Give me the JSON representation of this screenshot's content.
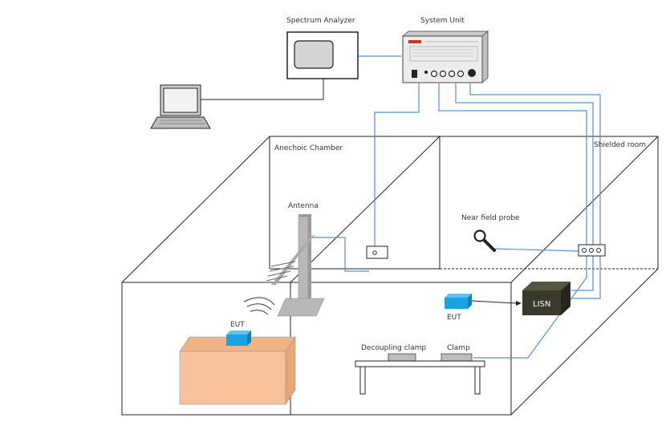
{
  "labels": {
    "spectrum_analyzer": "Spectrum Analyzer",
    "system_unit": "System Unit",
    "anechoic_chamber": "Anechoic Chamber",
    "shielded_room": "Shielded room",
    "antenna": "Antenna",
    "near_field_probe": "Near field probe",
    "eut_left": "EUT",
    "eut_right": "EUT",
    "lisn": "LISN",
    "decoupling_clamp": "Decoupling clamp",
    "clamp": "Clamp"
  },
  "colors": {
    "cable": "#5b8fc9",
    "eut": "#1aa3e0",
    "lisn": "#3a3a2c",
    "table_top": "#f7c29b",
    "mast": "#b8b8b8",
    "room_lines": "#222222"
  },
  "icons": [
    "laptop-icon",
    "spectrum-analyzer-icon",
    "system-unit-icon",
    "antenna-mast-icon",
    "near-field-probe-icon",
    "lisn-box-icon",
    "emission-waves-icon"
  ]
}
